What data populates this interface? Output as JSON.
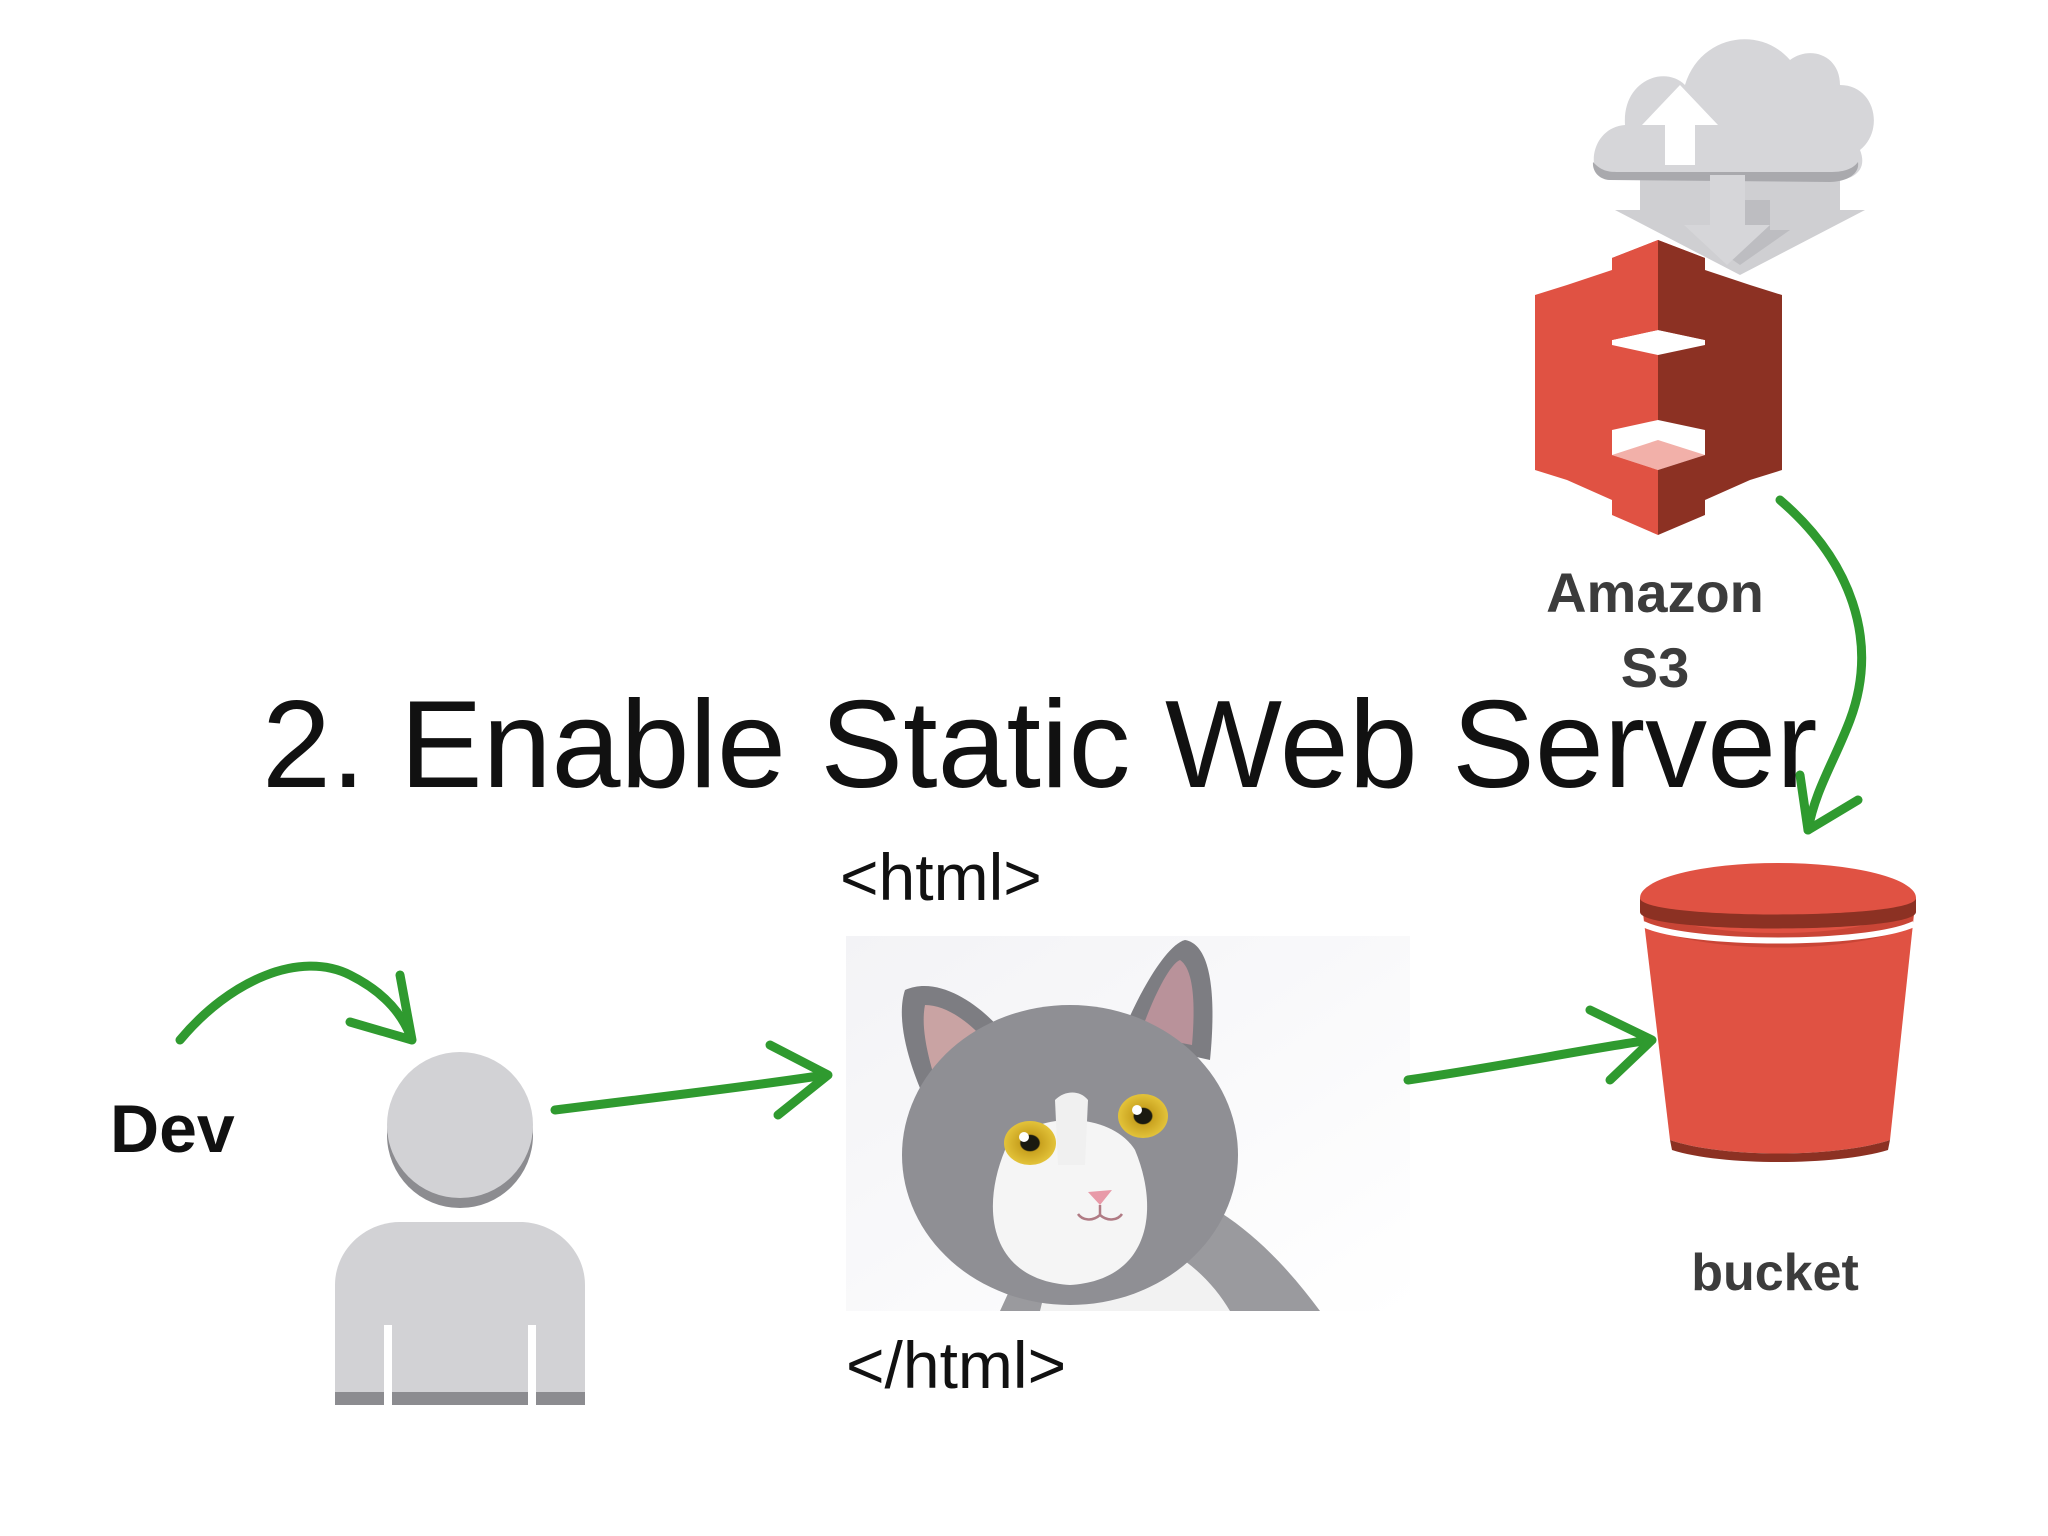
{
  "slide": {
    "title": "2. Enable Static Web Server"
  },
  "service": {
    "name_line1": "Amazon",
    "name_line2": "S3",
    "icon": "amazon-s3-icon",
    "cloud_icon": "cloud-upload-download-icon"
  },
  "actor": {
    "label": "Dev",
    "icon": "user-icon"
  },
  "page": {
    "open_tag": "<html>",
    "close_tag": "</html>",
    "image": "cat-photo"
  },
  "storage": {
    "label": "bucket",
    "icon": "bucket-icon"
  },
  "colors": {
    "arrow": "#2f9a2f",
    "s3_red": "#e05243",
    "s3_dark_red": "#8c3123",
    "icon_gray": "#d2d2d5"
  }
}
